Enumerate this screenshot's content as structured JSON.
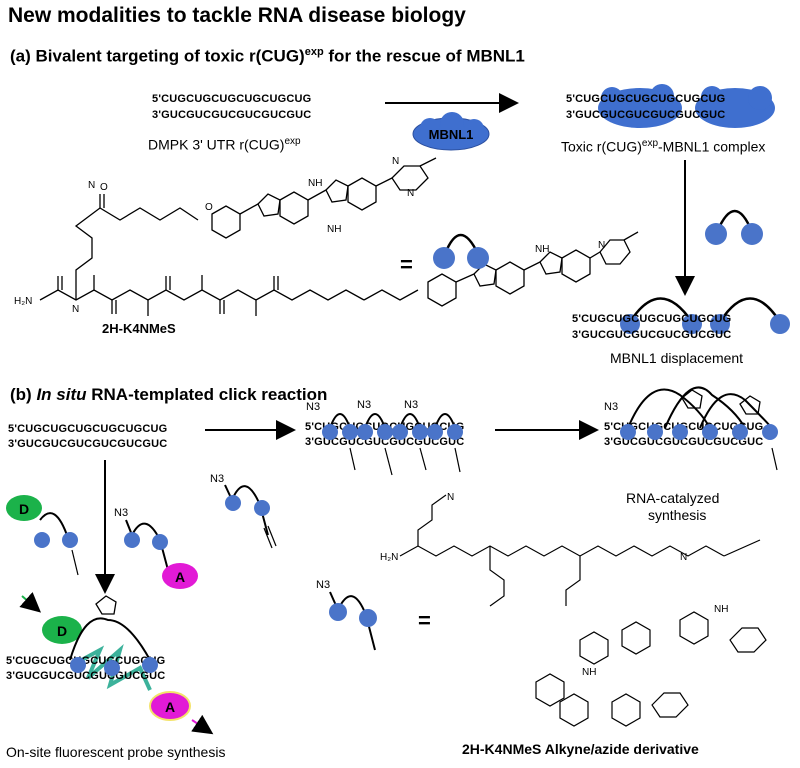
{
  "title": "New modalities to tackle RNA disease biology",
  "section_a": {
    "label": "(a)",
    "title": "Bivalent targeting of toxic r(CUG)",
    "title_sup": "exp",
    "title_tail": " for the rescue of MBNL1",
    "seq_top": "5'CUGCUGCUGCUGCUGCUG",
    "seq_bottom": "3'GUCGUCGUCGUCGUCGUC",
    "caption_left": "DMPK 3' UTR r(CUG)",
    "caption_left_sup": "exp",
    "protein_label": "MBNL1",
    "caption_right_pre": "Toxic r(CUG)",
    "caption_right_sup": "exp",
    "caption_right_post": "-MBNL1 complex",
    "equals": "=",
    "compound_name": "2H-K4NMeS",
    "displacement_caption": "MBNL1 displacement",
    "atoms": {
      "nh": "NH",
      "h": "H",
      "n": "N",
      "o": "O",
      "h2n": "H₂N"
    }
  },
  "section_b": {
    "label": "(b)",
    "title_italic": "In situ",
    "title_rest": " RNA-templated click reaction",
    "donor": "D",
    "acceptor": "A",
    "azide": "N3",
    "rna_catalyzed": "RNA-catalyzed",
    "synthesis": "synthesis",
    "equals": "=",
    "probe_caption": "On-site fluorescent probe synthesis",
    "derivative_caption": "2H-K4NMeS Alkyne/azide derivative"
  },
  "colors": {
    "bead": "#4a74c9",
    "cloud": "#3f6fcf",
    "donor": "#1bb24a",
    "acceptor": "#e21ad6",
    "teal": "#1aa58a"
  }
}
